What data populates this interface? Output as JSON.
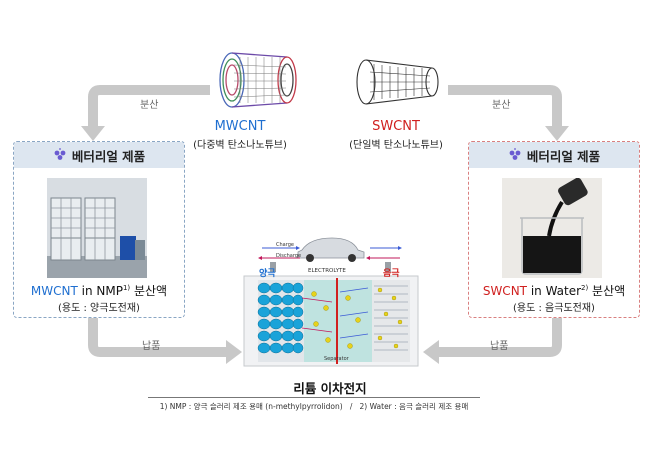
{
  "mwcnt": {
    "name": "MWCNT",
    "desc": "(다중벽 탄소나노튜브)"
  },
  "swcnt": {
    "name": "SWCNT",
    "desc": "(단일벽 탄소나노튜브)"
  },
  "arrows": {
    "disperse": "분산",
    "deliver": "납품"
  },
  "brand": {
    "name": "베터리얼 제품",
    "icon": "grape-logo-icon"
  },
  "left_card": {
    "title_highlight": "MWCNT",
    "title_rest": " in NMP",
    "title_sup": "1)",
    "title_end": " 분산액",
    "usage": "(용도 : 양극도전재)"
  },
  "right_card": {
    "title_highlight": "SWCNT",
    "title_rest": " in Water",
    "title_sup": "2)",
    "title_end": " 분산액",
    "usage": "(용도 : 음극도전재)"
  },
  "battery": {
    "title": "리튬 이차전지",
    "cathode": "양극",
    "anode": "음극",
    "electrolyte": "ELECTROLYTE",
    "separator": "Separator",
    "charge": "Charge",
    "discharge": "Discharge"
  },
  "footnote": "1) NMP : 양극 슬러리 제조 용매 (n-methylpyrrolidon)   /   2) Water : 음극 슬러리 제조 용매",
  "colors": {
    "blue": "#1f6fd0",
    "red": "#d0201f",
    "arrow": "#c8c8c8",
    "card_head": "#dde6f0"
  }
}
